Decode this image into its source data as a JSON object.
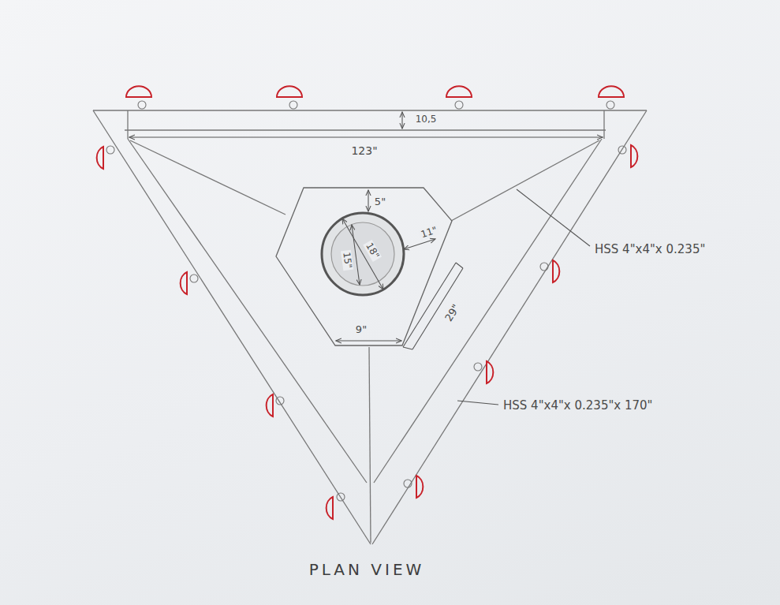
{
  "diagram": {
    "caption": "PLAN VIEW",
    "labels": [
      "10,5",
      "123\"",
      "5\"",
      "18\"",
      "15\"",
      "11\"",
      "HSS 4\"x4\"x 0.235\"",
      "29\"",
      "9\"",
      "HSS 4\"x4\"x 0.235\"x 170\""
    ]
  }
}
